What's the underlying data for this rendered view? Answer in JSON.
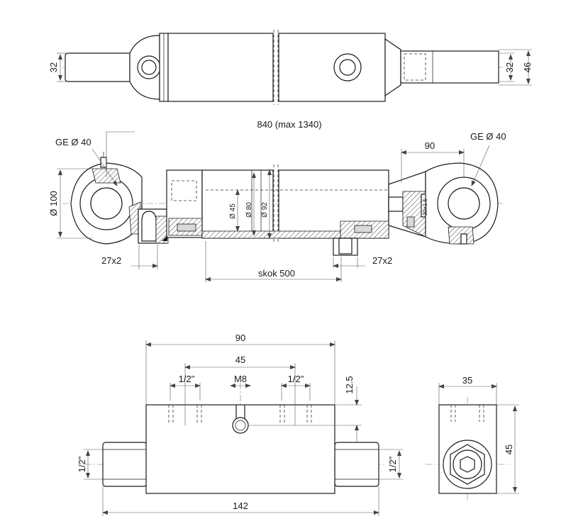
{
  "labels": {
    "d32_left": "32",
    "d32_right": "32",
    "d46": "46",
    "length": "840 (max 1340)",
    "ge_left": "GE Ø 40",
    "ge_right": "GE Ø 40",
    "d90_top": "90",
    "d100": "Ø 100",
    "d45": "Ø 45",
    "d80": "Ø 80",
    "d92": "Ø 92",
    "d30x15": "30x1.5",
    "p27x2_left": "27x2",
    "p27x2_right": "27x2",
    "stroke": "skok 500",
    "b90": "90",
    "b45": "45",
    "b_half_left": "1/2\"",
    "b_m8": "M8",
    "b_half_right": "1/2\"",
    "b12_5": "12.5",
    "b_half_side_left": "1/2\"",
    "b_half_side_right": "1/2\"",
    "b142": "142",
    "s35": "35",
    "s45": "45"
  }
}
